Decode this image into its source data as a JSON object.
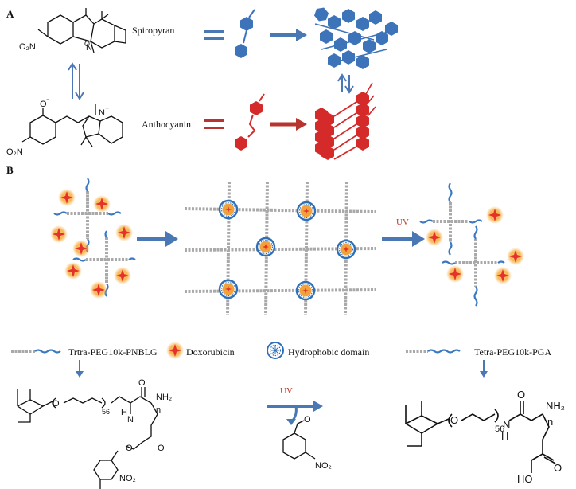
{
  "panel_a": {
    "label": "A",
    "spiropyran_label": "Spiropyran",
    "anthocyanin_label": "Anthocyanin",
    "atoms": {
      "nitro_top": "O₂N",
      "n_top": "N",
      "o_ring": "O",
      "o_minus": "O",
      "minus_sign": "-",
      "nitro_bottom": "O₂N",
      "n_plus": "N",
      "plus_sign": "+"
    }
  },
  "panel_b": {
    "label": "B",
    "uv_top": "UV",
    "uv_bottom": "UV",
    "legend": {
      "polymer_one": "Trtra-PEG10k-PNBLG",
      "doxorubicin": "Doxorubicin",
      "hydrophobic": "Hydrophobic domain",
      "polymer_two": "Tetra-PEG10k-PGA"
    },
    "structure_left": {
      "o": "O",
      "repeat": "56",
      "nh": "H",
      "n": "N",
      "n_sub": "n",
      "nh2": "NH₂",
      "carbonyl_o": "O",
      "ester_o1": "O",
      "ester_o2": "O",
      "nitro": "NO₂"
    },
    "structure_center": {
      "o": "O",
      "nitro": "NO₂"
    },
    "structure_right": {
      "o": "O",
      "repeat": "56",
      "n": "N",
      "h": "H",
      "n_sub": "n",
      "nh2": "NH₂",
      "carbonyl_o": "O",
      "acid_o": "O",
      "hooc": "HO"
    }
  },
  "colors": {
    "blue_block": "#3d73b8",
    "red_block": "#d42a2a",
    "arrow_blue": "#4a78b5",
    "arrow_red": "#b8352f",
    "strand_gray": "#a9a9a9",
    "drug_orange": "#f7a833",
    "drug_red": "#e4312b"
  }
}
